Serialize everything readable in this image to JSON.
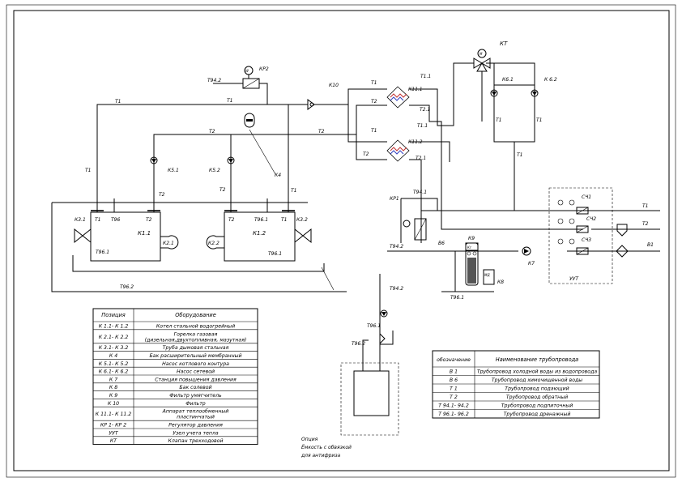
{
  "labels": {
    "kt": "КТ",
    "k11_1": "К11.1",
    "k11_2": "К11.2",
    "k6_1": "К6.1",
    "k6_2": "К 6.2",
    "kr2": "КР2",
    "kr1": "КР1",
    "k10": "К10",
    "k4": "К4",
    "k5_1": "К5.1",
    "k5_2": "К5.2",
    "k1_1": "К1.1",
    "k1_2": "К1.2",
    "k2_1": "К2.1",
    "k2_2": "К2.2",
    "k3_1": "К3.1",
    "k3_2": "К3.2",
    "k7": "К7",
    "k8": "К8",
    "k9": "К9",
    "cch1": "СЧ1",
    "cch2": "СЧ2",
    "cch3": "СЧ3",
    "uut": "УУТ",
    "t1": "Т1",
    "t2": "Т2",
    "t11": "Т1.1",
    "t21": "Т2.1",
    "t94_1": "Т94.1",
    "t94_2": "Т94.2",
    "t96": "Т96",
    "t96_1": "Т96.1",
    "t96_2": "Т96.2",
    "b1": "В1",
    "b6": "В6",
    "w": "W",
    "m": "M",
    "kg": "Кг",
    "mg": "МД"
  },
  "option": {
    "line1": "Опция",
    "line2": "Ёмкость с обвязкой",
    "line3": "для антифриза"
  },
  "equipment_table": {
    "headers": [
      "Позиция",
      "Оборудование"
    ],
    "rows": [
      {
        "pos": "К 1.1- К 1.2",
        "name": [
          "Котел стальной водогрейный"
        ]
      },
      {
        "pos": "К 2.1- К 2.2",
        "name": [
          "Горелка газовая",
          "(дизельная,двухтопливная, мазутная)"
        ]
      },
      {
        "pos": "К 3.1- К 3.2",
        "name": [
          "Труба дымовая стальная"
        ]
      },
      {
        "pos": "К 4",
        "name": [
          "Бак расширительный мембранный"
        ]
      },
      {
        "pos": "К 5.1- К 5.2",
        "name": [
          "Насос котлового контура"
        ]
      },
      {
        "pos": "К 6.1- К 6.2",
        "name": [
          "Насос сетевой"
        ]
      },
      {
        "pos": "К 7",
        "name": [
          "Станция повышения давления"
        ]
      },
      {
        "pos": "К 8",
        "name": [
          "Бак солевой"
        ]
      },
      {
        "pos": "К 9",
        "name": [
          "Фильтр умягчитель"
        ]
      },
      {
        "pos": "К 10",
        "name": [
          "Фильтр"
        ]
      },
      {
        "pos": "К 11.1- К 11.2",
        "name": [
          "Аппарат теплообменный",
          "пластинчатый"
        ]
      },
      {
        "pos": "КР 1- КР 2",
        "name": [
          "Регулятор давления"
        ]
      },
      {
        "pos": "УУТ",
        "name": [
          "Узел учета тепла"
        ]
      },
      {
        "pos": "КТ",
        "name": [
          "Клапан трехходовой"
        ]
      }
    ]
  },
  "pipe_table": {
    "headers": [
      "обозначение",
      "Наименование трубопровода"
    ],
    "rows": [
      {
        "code": "В 1",
        "name": "Трубопровод холодной воды из водопровода"
      },
      {
        "code": "В 6",
        "name": "Трубопровод химочищенной воды"
      },
      {
        "code": "Т 1",
        "name": "Трубопровод подающий"
      },
      {
        "code": "Т 2",
        "name": "Трубопровод обратный"
      },
      {
        "code": "Т 94.1- 94.2",
        "name": "Трубопровод подпиточный"
      },
      {
        "code": "Т 96.1- 96.2",
        "name": "Трубопровод дренажный"
      }
    ]
  }
}
